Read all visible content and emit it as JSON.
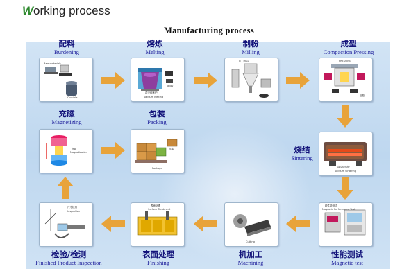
{
  "heading": {
    "initial": "W",
    "rest": "orking process"
  },
  "diagram_title": "Manufacturing process",
  "steps": [
    {
      "cn": "配料",
      "en": "Burdening",
      "tiny": [
        "Raw materials",
        "Crucible"
      ]
    },
    {
      "cn": "熔炼",
      "en": "Melting",
      "tiny": [
        "真空熔炼炉",
        "Vacuum Melting",
        "alloy"
      ]
    },
    {
      "cn": "制粉",
      "en": "Milling",
      "tiny": [
        "JET MILL"
      ]
    },
    {
      "cn": "成型",
      "en": "Compaction Pressing",
      "tiny": [
        "PRESSING",
        "压型"
      ]
    },
    {
      "cn": "烧结",
      "en": "Sintering",
      "tiny": [
        "真空烧结炉",
        "Vacuum Sintering"
      ]
    },
    {
      "cn": "性能测试",
      "en": "Magnetic test",
      "tiny": [
        "磁性能测试",
        "Magnetic Performance Test"
      ]
    },
    {
      "cn": "机加工",
      "en": "Machining",
      "tiny": [
        "Cutting"
      ]
    },
    {
      "cn": "表面处理",
      "en": "Finishing",
      "tiny": [
        "表面处理",
        "Surface Treatment"
      ]
    },
    {
      "cn": "检验/检测",
      "en": "Finished Product Inspection",
      "tiny": [
        "尺寸检测",
        "Inspection"
      ]
    },
    {
      "cn": "充磁",
      "en": "Magnetizing",
      "tiny": [
        "充磁",
        "Magnetization"
      ]
    },
    {
      "cn": "包装",
      "en": "Packing",
      "tiny": [
        "包装",
        "Package"
      ]
    }
  ],
  "colors": {
    "arrow": "#e8a33a",
    "panel": "#c6dcf1",
    "cn_text": "#13137a",
    "en_text": "#1a1a99"
  }
}
